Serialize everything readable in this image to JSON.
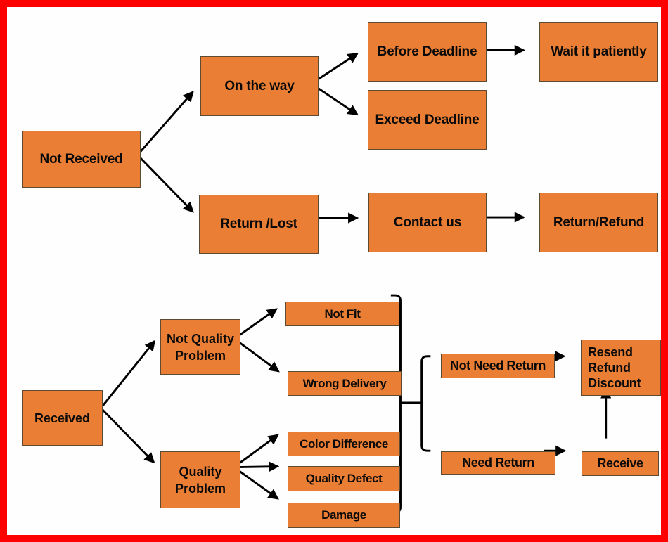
{
  "diagram": {
    "type": "flowchart",
    "colors": {
      "frame_border": "#fe0000",
      "background": "#fefefe",
      "node_fill": "#ea7e34",
      "node_border": "#5c4a33",
      "connector": "#000000",
      "text": "#0a0a0a"
    },
    "nodes": {
      "not_received": {
        "label": "Not Received"
      },
      "on_the_way": {
        "label": "On the way"
      },
      "before_deadline": {
        "label": "Before Deadline"
      },
      "wait_it_patiently": {
        "label": "Wait it patiently"
      },
      "exceed_deadline": {
        "label": "Exceed Deadline"
      },
      "return_lost": {
        "label": "Return /Lost"
      },
      "contact_us": {
        "label": "Contact us"
      },
      "return_refund": {
        "label": "Return/Refund"
      },
      "received": {
        "label": "Received"
      },
      "not_quality_problem": {
        "label": "Not Quality Problem"
      },
      "quality_problem": {
        "label": "Quality Problem"
      },
      "not_fit": {
        "label": "Not Fit"
      },
      "wrong_delivery": {
        "label": "Wrong Delivery"
      },
      "color_difference": {
        "label": "Color Difference"
      },
      "quality_defect": {
        "label": "Quality Defect"
      },
      "damage": {
        "label": "Damage"
      },
      "not_need_return": {
        "label": "Not Need Return"
      },
      "need_return": {
        "label": "Need Return"
      },
      "receive": {
        "label": "Receive"
      },
      "resend_refund_discount": {
        "lines": [
          "Resend",
          "Refund",
          "Discount"
        ]
      }
    },
    "edges": [
      {
        "from": "not_received",
        "to": "on_the_way"
      },
      {
        "from": "not_received",
        "to": "return_lost"
      },
      {
        "from": "on_the_way",
        "to": "before_deadline"
      },
      {
        "from": "on_the_way",
        "to": "exceed_deadline"
      },
      {
        "from": "before_deadline",
        "to": "wait_it_patiently"
      },
      {
        "from": "return_lost",
        "to": "contact_us"
      },
      {
        "from": "contact_us",
        "to": "return_refund"
      },
      {
        "from": "received",
        "to": "not_quality_problem"
      },
      {
        "from": "received",
        "to": "quality_problem"
      },
      {
        "from": "not_quality_problem",
        "to": "not_fit"
      },
      {
        "from": "not_quality_problem",
        "to": "wrong_delivery"
      },
      {
        "from": "quality_problem",
        "to": "color_difference"
      },
      {
        "from": "quality_problem",
        "to": "quality_defect"
      },
      {
        "from": "quality_problem",
        "to": "damage"
      },
      {
        "from": "not_fit + wrong_delivery + color_difference + quality_defect + damage",
        "to": "not_need_return + need_return",
        "via": "bracket"
      },
      {
        "from": "not_need_return",
        "to": "resend_refund_discount"
      },
      {
        "from": "need_return",
        "to": "receive"
      },
      {
        "from": "receive",
        "to": "resend_refund_discount"
      }
    ]
  }
}
